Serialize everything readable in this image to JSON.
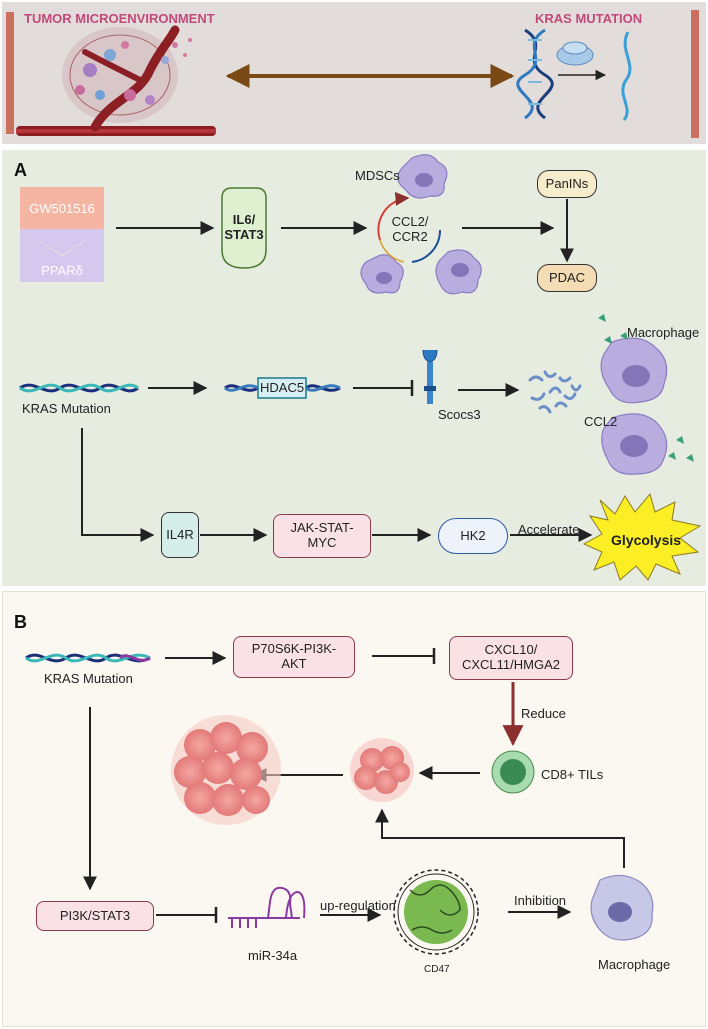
{
  "top": {
    "left_title": "TUMOR MICROENVIRONMENT",
    "right_title": "KRAS MUTATION"
  },
  "panel_a": {
    "letter": "A",
    "gw": "GW501516",
    "ppar": "PPARδ",
    "il6": "IL6/\nSTAT3",
    "mdscs": "MDSCs",
    "ccl2_ccr2": "CCL2/\nCCR2",
    "panins": "PanINs",
    "pdac": "PDAC",
    "kras": "KRAS Mutation",
    "hdac5": "HDAC5",
    "socs3": "Scocs3",
    "macrophage": "Macrophage",
    "ccl2": "CCL2",
    "il4r": "IL4R",
    "jak": "JAK-STAT-\nMYC",
    "hk2": "HK2",
    "accelerate": "Accelerate",
    "glycolysis": "Glycolysis"
  },
  "panel_b": {
    "letter": "B",
    "kras": "KRAS Mutation",
    "p70": "P70S6K-PI3K-\nAKT",
    "cxcl": "CXCL10/\nCXCL11/HMGA2",
    "reduce": "Reduce",
    "cd8": "CD8+ TILs",
    "pi3k": "PI3K/STAT3",
    "mir": "miR-34a",
    "upreg": "up-regulation",
    "cd47": "CD47",
    "inhibition": "Inhibition",
    "macrophage": "Macrophage"
  },
  "colors": {
    "top_bg": "#e2dcda",
    "panel_a_bg": "#e6ece0",
    "panel_b_bg": "#fbf8f1",
    "pink_box": "#f9e1e6",
    "title_pink": "#c2497a",
    "arrow_brown": "#7a4a16"
  }
}
